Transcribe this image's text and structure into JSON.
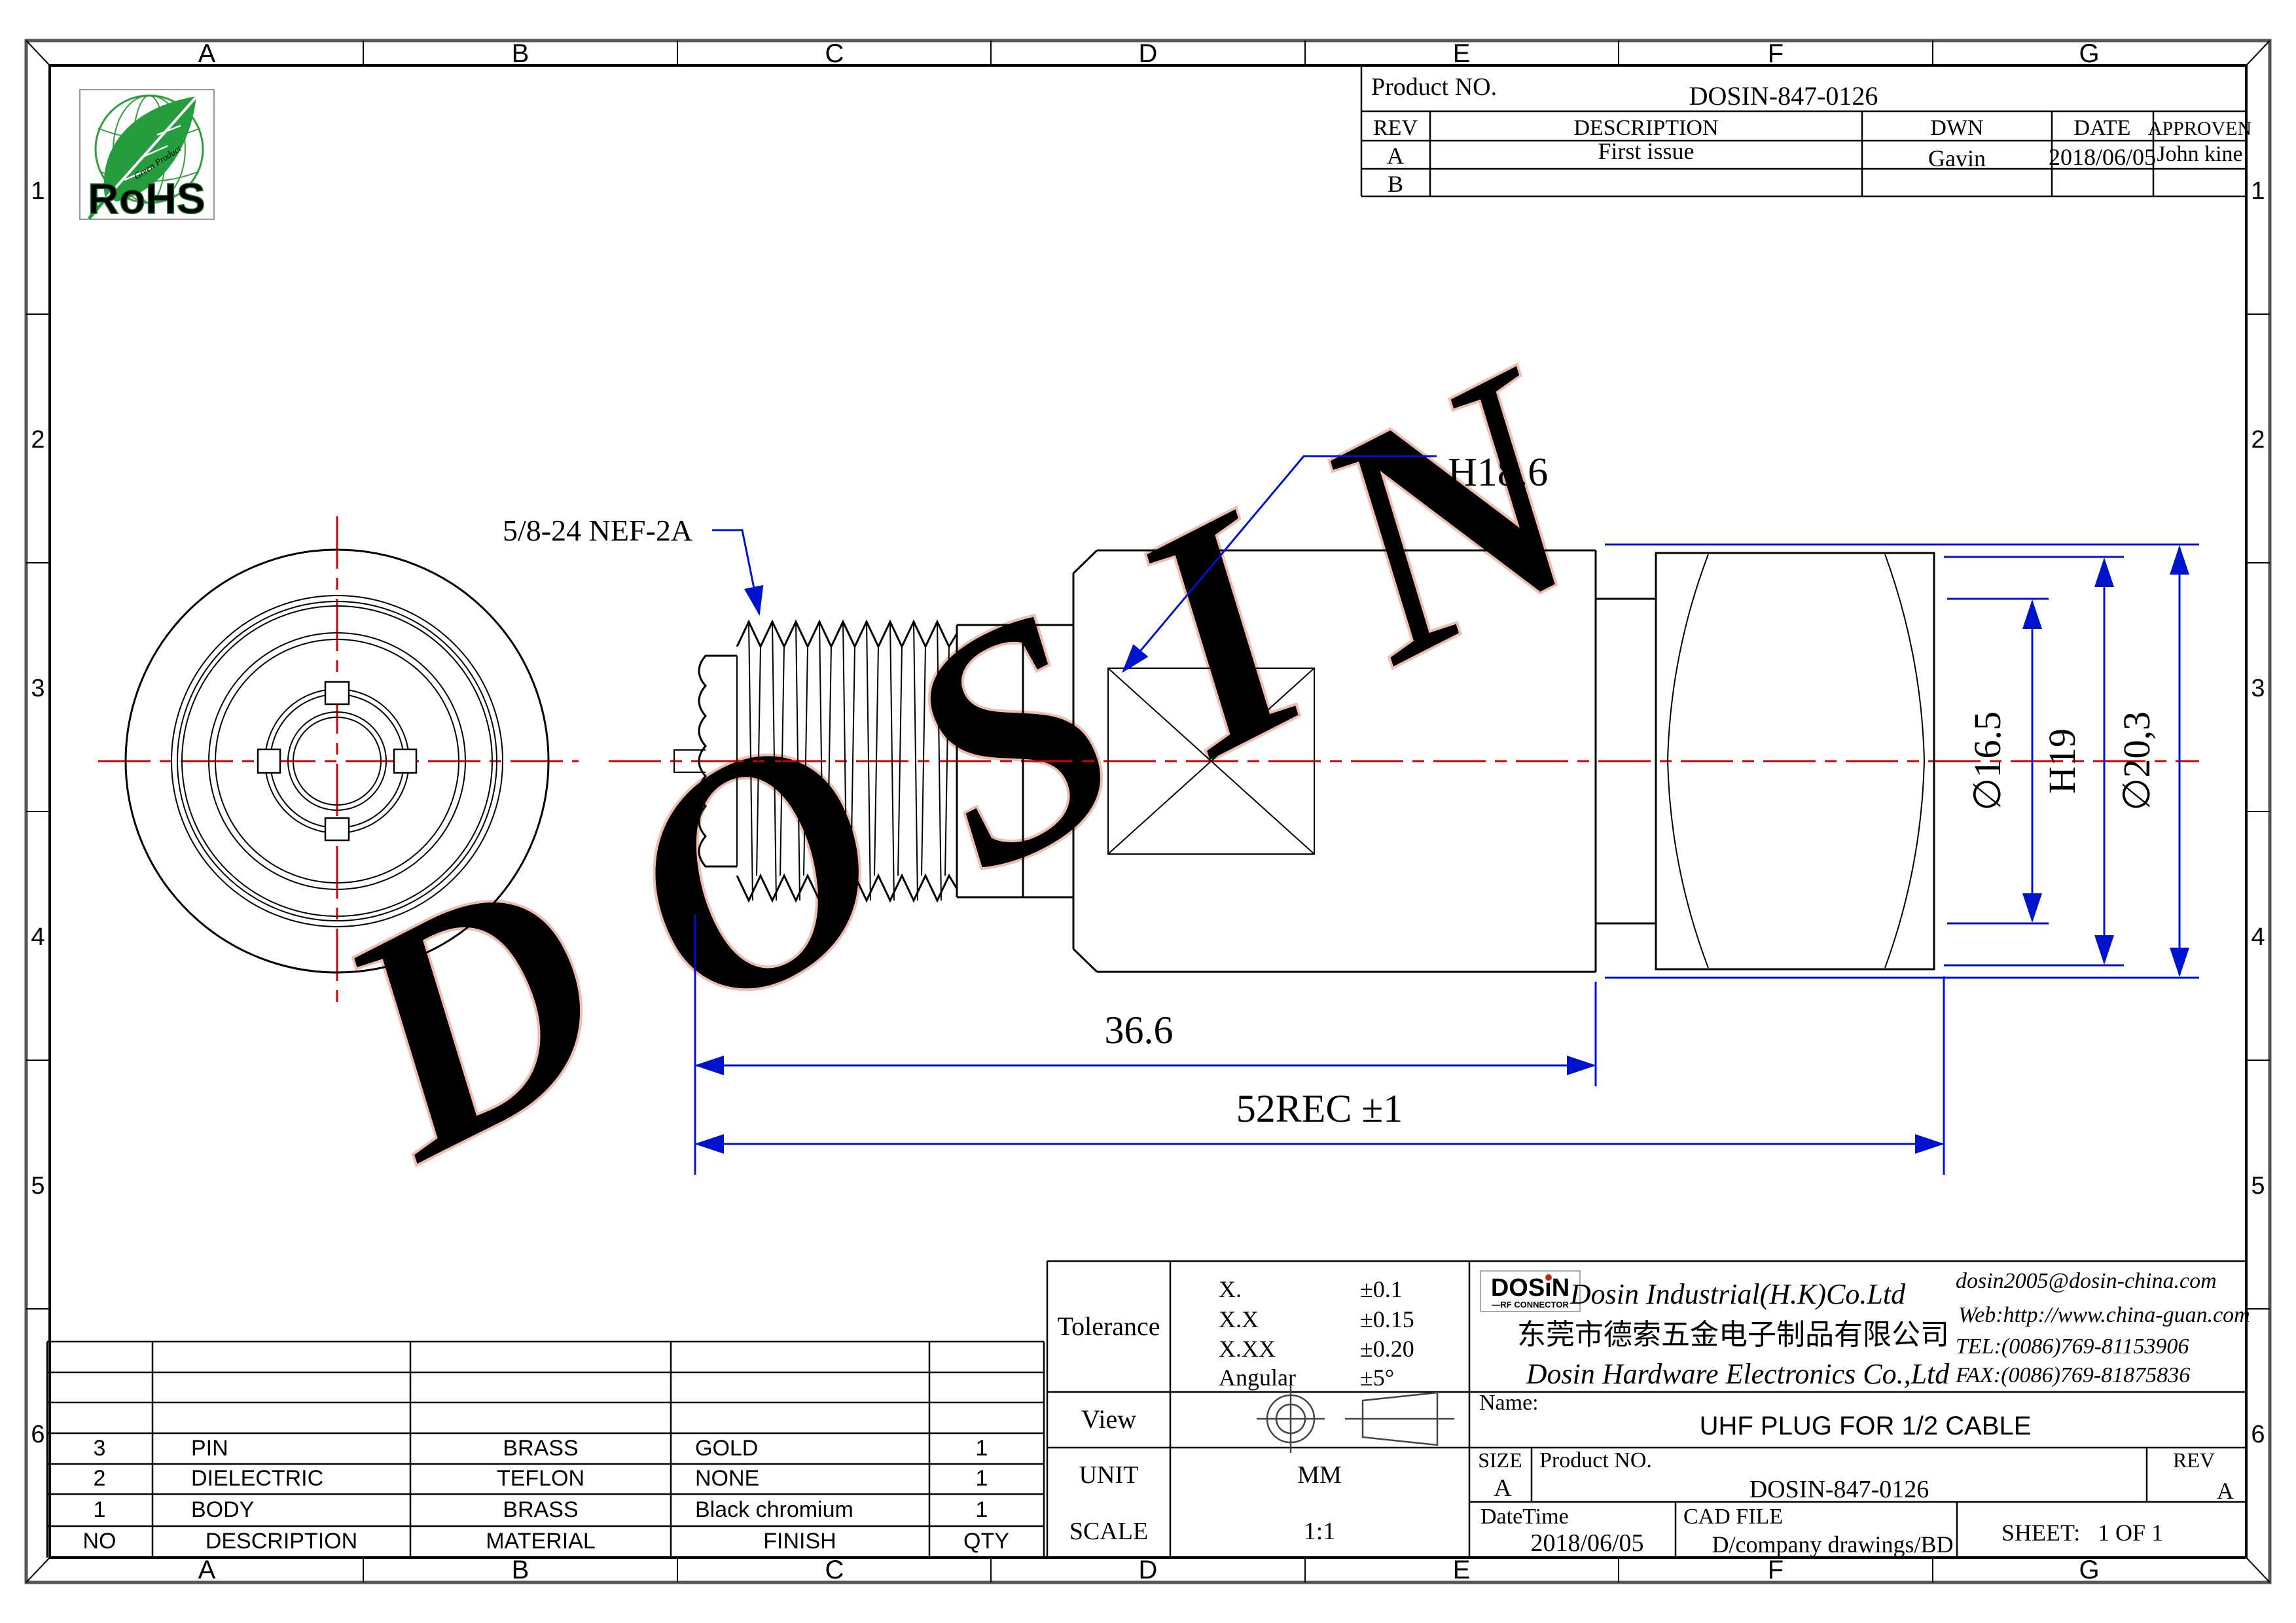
{
  "grid": {
    "cols": [
      "A",
      "B",
      "C",
      "D",
      "E",
      "F",
      "G"
    ],
    "rows": [
      "1",
      "2",
      "3",
      "4",
      "5",
      "6"
    ]
  },
  "rohs": {
    "label": "RoHS",
    "subtext": "Green Product"
  },
  "watermark": "DOSIN",
  "rev_table": {
    "product_no_label": "Product NO.",
    "product_no": "DOSIN-847-0126",
    "col_rev": "REV",
    "col_description": "DESCRIPTION",
    "col_dwn": "DWN",
    "col_date": "DATE",
    "col_approven": "APPROVEN",
    "rows": [
      {
        "rev": "A",
        "description": "First issue",
        "dwn": "Gavin",
        "date": "2018/06/05",
        "approven": "John kine"
      },
      {
        "rev": "B",
        "description": "",
        "dwn": "",
        "date": "",
        "approven": ""
      }
    ]
  },
  "dims": {
    "thread_callout": "5/8-24 NEF-2A",
    "height_callout": "H18.6",
    "length_body": "36.6",
    "length_total": "52REC ±1",
    "dia_inner": "∅16.5",
    "hex_height": "H19",
    "dia_outer": "∅20,3"
  },
  "parts_table": {
    "headers": {
      "no": "NO",
      "description": "DESCRIPTION",
      "material": "MATERIAL",
      "finish": "FINISH",
      "qty": "QTY"
    },
    "rows": [
      {
        "no": "3",
        "description": "PIN",
        "material": "BRASS",
        "finish": "GOLD",
        "qty": "1"
      },
      {
        "no": "2",
        "description": "DIELECTRIC",
        "material": "TEFLON",
        "finish": "NONE",
        "qty": "1"
      },
      {
        "no": "1",
        "description": "BODY",
        "material": "BRASS",
        "finish": "Black chromium",
        "qty": "1"
      }
    ]
  },
  "title_block": {
    "tolerance_label": "Tolerance",
    "tol_rows": [
      {
        "name": "X.",
        "value": "±0.1"
      },
      {
        "name": "X.X",
        "value": "±0.15"
      },
      {
        "name": "X.XX",
        "value": "±0.20"
      },
      {
        "name": "Angular",
        "value": "±5°"
      }
    ],
    "view_label": "View",
    "unit_label": "UNIT",
    "unit_value": "MM",
    "scale_label": "SCALE",
    "scale_value": "1:1",
    "logo_brand": "DOSiN",
    "logo_tagline": "—RF CONNECTOR",
    "company_line1": "Dosin Industrial(H.K)Co.Ltd",
    "company_cn": "东莞市德索五金电子制品有限公司",
    "company_line2": "Dosin Hardware Electronics Co.,Ltd",
    "email": "dosin2005@dosin-china.com",
    "web": "Web:http://www.china-guan.com",
    "tel": "TEL:(0086)769-81153906",
    "fax": "FAX:(0086)769-81875836",
    "name_label": "Name:",
    "name_value": "UHF PLUG FOR 1/2 CABLE",
    "size_label": "SIZE",
    "size_value": "A",
    "product_no_label": "Product NO.",
    "product_no": "DOSIN-847-0126",
    "rev_label": "REV",
    "rev_value": "A",
    "datetime_label": "DateTime",
    "datetime_value": "2018/06/05",
    "cad_label": "CAD FILE",
    "cad_value": "D/company drawings/BD",
    "sheet_label": "SHEET:",
    "sheet_value": "1 OF 1"
  },
  "colors": {
    "dimension_blue": "#0013cc",
    "centerline_red": "#d40000",
    "company_magenta": "#e23cc8",
    "rohs_green": "#259c3e",
    "logo_blue": "#18209d",
    "watermark_pink": "#f0bdb2"
  }
}
